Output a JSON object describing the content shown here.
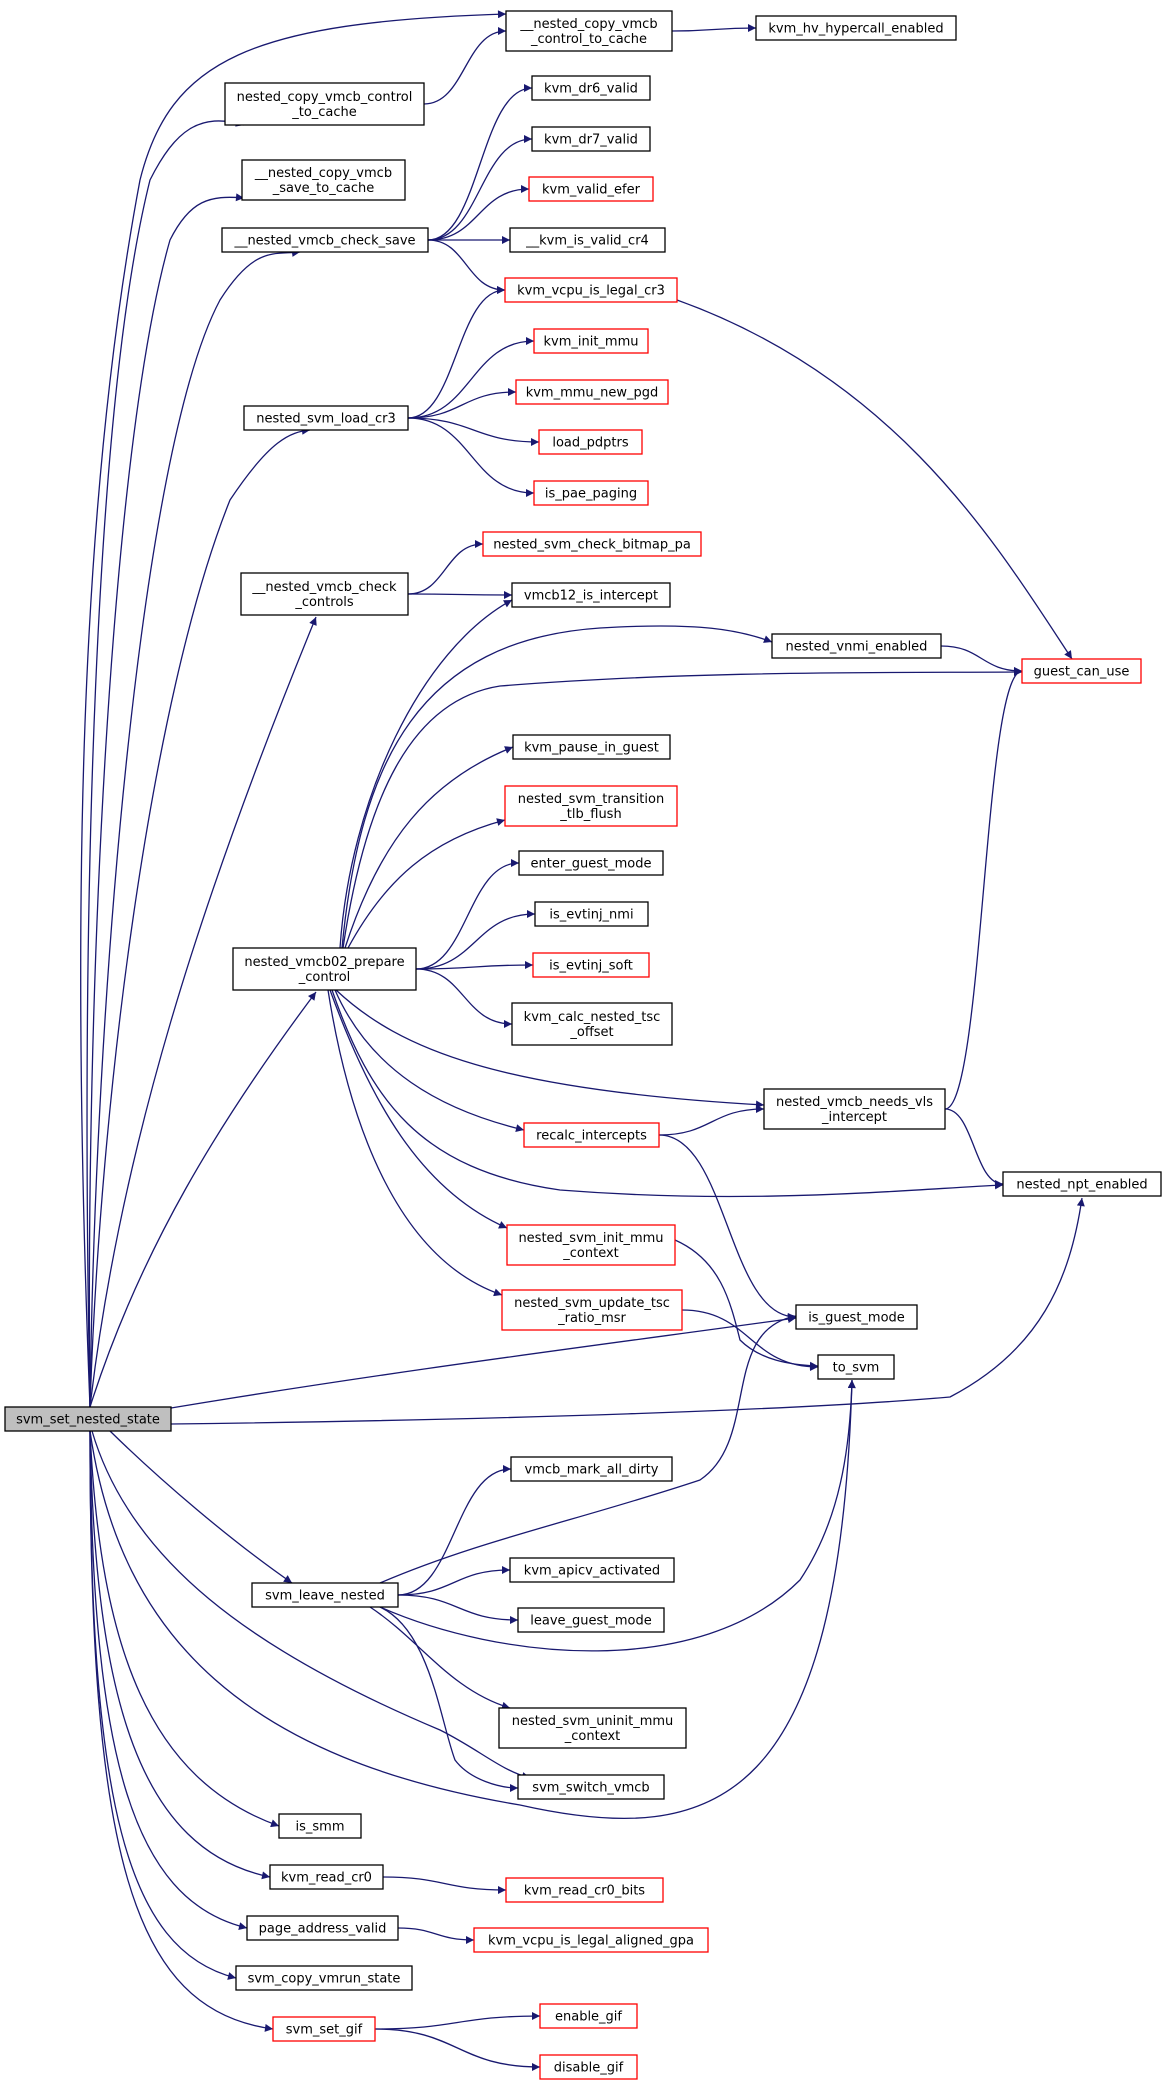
{
  "colors": {
    "edge": "#191970",
    "normal_border": "#000000",
    "truncated_border": "#ff0000",
    "root_fill": "#bfbfbf",
    "node_fill": "#ffffff"
  },
  "nodes": [
    {
      "id": "root",
      "label": [
        "svm_set_nested_state"
      ],
      "kind": "root"
    },
    {
      "id": "nested_copy_vmcb_control_to_cache_w",
      "label": [
        "nested_copy_vmcb_control",
        "_to_cache"
      ],
      "kind": "normal"
    },
    {
      "id": "__nested_copy_vmcb_control_to_cache",
      "label": [
        "__nested_copy_vmcb",
        "_control_to_cache"
      ],
      "kind": "normal"
    },
    {
      "id": "kvm_hv_hypercall_enabled",
      "label": [
        "kvm_hv_hypercall_enabled"
      ],
      "kind": "normal"
    },
    {
      "id": "__nested_copy_vmcb_save_to_cache",
      "label": [
        "__nested_copy_vmcb",
        "_save_to_cache"
      ],
      "kind": "normal"
    },
    {
      "id": "__nested_vmcb_check_save",
      "label": [
        "__nested_vmcb_check_save"
      ],
      "kind": "normal"
    },
    {
      "id": "kvm_dr6_valid",
      "label": [
        "kvm_dr6_valid"
      ],
      "kind": "normal"
    },
    {
      "id": "kvm_dr7_valid",
      "label": [
        "kvm_dr7_valid"
      ],
      "kind": "normal"
    },
    {
      "id": "kvm_valid_efer",
      "label": [
        "kvm_valid_efer"
      ],
      "kind": "truncated"
    },
    {
      "id": "__kvm_is_valid_cr4",
      "label": [
        "__kvm_is_valid_cr4"
      ],
      "kind": "normal"
    },
    {
      "id": "kvm_vcpu_is_legal_cr3",
      "label": [
        "kvm_vcpu_is_legal_cr3"
      ],
      "kind": "truncated"
    },
    {
      "id": "nested_svm_load_cr3",
      "label": [
        "nested_svm_load_cr3"
      ],
      "kind": "normal"
    },
    {
      "id": "kvm_init_mmu",
      "label": [
        "kvm_init_mmu"
      ],
      "kind": "truncated"
    },
    {
      "id": "kvm_mmu_new_pgd",
      "label": [
        "kvm_mmu_new_pgd"
      ],
      "kind": "truncated"
    },
    {
      "id": "load_pdptrs",
      "label": [
        "load_pdptrs"
      ],
      "kind": "truncated"
    },
    {
      "id": "is_pae_paging",
      "label": [
        "is_pae_paging"
      ],
      "kind": "truncated"
    },
    {
      "id": "__nested_vmcb_check_controls",
      "label": [
        "__nested_vmcb_check",
        "_controls"
      ],
      "kind": "normal"
    },
    {
      "id": "nested_svm_check_bitmap_pa",
      "label": [
        "nested_svm_check_bitmap_pa"
      ],
      "kind": "truncated"
    },
    {
      "id": "vmcb12_is_intercept",
      "label": [
        "vmcb12_is_intercept"
      ],
      "kind": "normal"
    },
    {
      "id": "nested_vnmi_enabled",
      "label": [
        "nested_vnmi_enabled"
      ],
      "kind": "normal"
    },
    {
      "id": "guest_can_use",
      "label": [
        "guest_can_use"
      ],
      "kind": "truncated"
    },
    {
      "id": "kvm_pause_in_guest",
      "label": [
        "kvm_pause_in_guest"
      ],
      "kind": "normal"
    },
    {
      "id": "nested_svm_transition_tlb_flush",
      "label": [
        "nested_svm_transition",
        "_tlb_flush"
      ],
      "kind": "truncated"
    },
    {
      "id": "enter_guest_mode",
      "label": [
        "enter_guest_mode"
      ],
      "kind": "normal"
    },
    {
      "id": "is_evtinj_nmi",
      "label": [
        "is_evtinj_nmi"
      ],
      "kind": "normal"
    },
    {
      "id": "nested_vmcb02_prepare_control",
      "label": [
        "nested_vmcb02_prepare",
        "_control"
      ],
      "kind": "normal"
    },
    {
      "id": "is_evtinj_soft",
      "label": [
        "is_evtinj_soft"
      ],
      "kind": "truncated"
    },
    {
      "id": "kvm_calc_nested_tsc_offset",
      "label": [
        "kvm_calc_nested_tsc",
        "_offset"
      ],
      "kind": "normal"
    },
    {
      "id": "nested_vmcb_needs_vls_intercept",
      "label": [
        "nested_vmcb_needs_vls",
        "_intercept"
      ],
      "kind": "normal"
    },
    {
      "id": "recalc_intercepts",
      "label": [
        "recalc_intercepts"
      ],
      "kind": "truncated"
    },
    {
      "id": "nested_npt_enabled",
      "label": [
        "nested_npt_enabled"
      ],
      "kind": "normal"
    },
    {
      "id": "nested_svm_init_mmu_context",
      "label": [
        "nested_svm_init_mmu",
        "_context"
      ],
      "kind": "truncated"
    },
    {
      "id": "is_guest_mode",
      "label": [
        "is_guest_mode"
      ],
      "kind": "normal"
    },
    {
      "id": "nested_svm_update_tsc_ratio_msr",
      "label": [
        "nested_svm_update_tsc",
        "_ratio_msr"
      ],
      "kind": "truncated"
    },
    {
      "id": "to_svm",
      "label": [
        "to_svm"
      ],
      "kind": "normal"
    },
    {
      "id": "vmcb_mark_all_dirty",
      "label": [
        "vmcb_mark_all_dirty"
      ],
      "kind": "normal"
    },
    {
      "id": "kvm_apicv_activated",
      "label": [
        "kvm_apicv_activated"
      ],
      "kind": "normal"
    },
    {
      "id": "svm_leave_nested",
      "label": [
        "svm_leave_nested"
      ],
      "kind": "normal"
    },
    {
      "id": "leave_guest_mode",
      "label": [
        "leave_guest_mode"
      ],
      "kind": "normal"
    },
    {
      "id": "nested_svm_uninit_mmu_context",
      "label": [
        "nested_svm_uninit_mmu",
        "_context"
      ],
      "kind": "normal"
    },
    {
      "id": "svm_switch_vmcb",
      "label": [
        "svm_switch_vmcb"
      ],
      "kind": "normal"
    },
    {
      "id": "is_smm",
      "label": [
        "is_smm"
      ],
      "kind": "normal"
    },
    {
      "id": "kvm_read_cr0",
      "label": [
        "kvm_read_cr0"
      ],
      "kind": "normal"
    },
    {
      "id": "kvm_read_cr0_bits",
      "label": [
        "kvm_read_cr0_bits"
      ],
      "kind": "truncated"
    },
    {
      "id": "page_address_valid",
      "label": [
        "page_address_valid"
      ],
      "kind": "normal"
    },
    {
      "id": "kvm_vcpu_is_legal_aligned_gpa",
      "label": [
        "kvm_vcpu_is_legal_aligned_gpa"
      ],
      "kind": "truncated"
    },
    {
      "id": "svm_copy_vmrun_state",
      "label": [
        "svm_copy_vmrun_state"
      ],
      "kind": "normal"
    },
    {
      "id": "svm_set_gif",
      "label": [
        "svm_set_gif"
      ],
      "kind": "truncated"
    },
    {
      "id": "enable_gif",
      "label": [
        "enable_gif"
      ],
      "kind": "truncated"
    },
    {
      "id": "disable_gif",
      "label": [
        "disable_gif"
      ],
      "kind": "truncated"
    }
  ],
  "edges": [
    [
      "root",
      "__nested_copy_vmcb_control_to_cache"
    ],
    [
      "root",
      "nested_copy_vmcb_control_to_cache_w"
    ],
    [
      "root",
      "__nested_copy_vmcb_save_to_cache"
    ],
    [
      "root",
      "__nested_vmcb_check_save"
    ],
    [
      "root",
      "nested_svm_load_cr3"
    ],
    [
      "root",
      "__nested_vmcb_check_controls"
    ],
    [
      "root",
      "nested_vmcb02_prepare_control"
    ],
    [
      "root",
      "is_guest_mode"
    ],
    [
      "root",
      "nested_npt_enabled"
    ],
    [
      "root",
      "svm_leave_nested"
    ],
    [
      "root",
      "svm_switch_vmcb"
    ],
    [
      "root",
      "to_svm"
    ],
    [
      "root",
      "is_smm"
    ],
    [
      "root",
      "kvm_read_cr0"
    ],
    [
      "root",
      "page_address_valid"
    ],
    [
      "root",
      "svm_copy_vmrun_state"
    ],
    [
      "root",
      "svm_set_gif"
    ],
    [
      "nested_copy_vmcb_control_to_cache_w",
      "__nested_copy_vmcb_control_to_cache"
    ],
    [
      "__nested_copy_vmcb_control_to_cache",
      "kvm_hv_hypercall_enabled"
    ],
    [
      "__nested_vmcb_check_save",
      "kvm_dr6_valid"
    ],
    [
      "__nested_vmcb_check_save",
      "kvm_dr7_valid"
    ],
    [
      "__nested_vmcb_check_save",
      "kvm_valid_efer"
    ],
    [
      "__nested_vmcb_check_save",
      "__kvm_is_valid_cr4"
    ],
    [
      "__nested_vmcb_check_save",
      "kvm_vcpu_is_legal_cr3"
    ],
    [
      "kvm_vcpu_is_legal_cr3",
      "guest_can_use"
    ],
    [
      "nested_svm_load_cr3",
      "kvm_vcpu_is_legal_cr3"
    ],
    [
      "nested_svm_load_cr3",
      "kvm_init_mmu"
    ],
    [
      "nested_svm_load_cr3",
      "kvm_mmu_new_pgd"
    ],
    [
      "nested_svm_load_cr3",
      "load_pdptrs"
    ],
    [
      "nested_svm_load_cr3",
      "is_pae_paging"
    ],
    [
      "__nested_vmcb_check_controls",
      "nested_svm_check_bitmap_pa"
    ],
    [
      "__nested_vmcb_check_controls",
      "vmcb12_is_intercept"
    ],
    [
      "nested_vmcb02_prepare_control",
      "vmcb12_is_intercept"
    ],
    [
      "nested_vmcb02_prepare_control",
      "nested_vnmi_enabled"
    ],
    [
      "nested_vmcb02_prepare_control",
      "guest_can_use"
    ],
    [
      "nested_vmcb02_prepare_control",
      "kvm_pause_in_guest"
    ],
    [
      "nested_vmcb02_prepare_control",
      "nested_svm_transition_tlb_flush"
    ],
    [
      "nested_vmcb02_prepare_control",
      "enter_guest_mode"
    ],
    [
      "nested_vmcb02_prepare_control",
      "is_evtinj_nmi"
    ],
    [
      "nested_vmcb02_prepare_control",
      "is_evtinj_soft"
    ],
    [
      "nested_vmcb02_prepare_control",
      "kvm_calc_nested_tsc_offset"
    ],
    [
      "nested_vmcb02_prepare_control",
      "nested_vmcb_needs_vls_intercept"
    ],
    [
      "nested_vmcb02_prepare_control",
      "recalc_intercepts"
    ],
    [
      "nested_vmcb02_prepare_control",
      "nested_npt_enabled"
    ],
    [
      "nested_vmcb02_prepare_control",
      "nested_svm_init_mmu_context"
    ],
    [
      "nested_vmcb02_prepare_control",
      "nested_svm_update_tsc_ratio_msr"
    ],
    [
      "nested_vnmi_enabled",
      "guest_can_use"
    ],
    [
      "nested_vmcb_needs_vls_intercept",
      "guest_can_use"
    ],
    [
      "nested_vmcb_needs_vls_intercept",
      "nested_npt_enabled"
    ],
    [
      "recalc_intercepts",
      "nested_vmcb_needs_vls_intercept"
    ],
    [
      "recalc_intercepts",
      "is_guest_mode"
    ],
    [
      "nested_svm_init_mmu_context",
      "to_svm"
    ],
    [
      "nested_svm_update_tsc_ratio_msr",
      "to_svm"
    ],
    [
      "svm_leave_nested",
      "vmcb_mark_all_dirty"
    ],
    [
      "svm_leave_nested",
      "is_guest_mode"
    ],
    [
      "svm_leave_nested",
      "kvm_apicv_activated"
    ],
    [
      "svm_leave_nested",
      "leave_guest_mode"
    ],
    [
      "svm_leave_nested",
      "to_svm"
    ],
    [
      "svm_leave_nested",
      "nested_svm_uninit_mmu_context"
    ],
    [
      "svm_leave_nested",
      "svm_switch_vmcb"
    ],
    [
      "kvm_read_cr0",
      "kvm_read_cr0_bits"
    ],
    [
      "page_address_valid",
      "kvm_vcpu_is_legal_aligned_gpa"
    ],
    [
      "svm_set_gif",
      "enable_gif"
    ],
    [
      "svm_set_gif",
      "disable_gif"
    ]
  ]
}
